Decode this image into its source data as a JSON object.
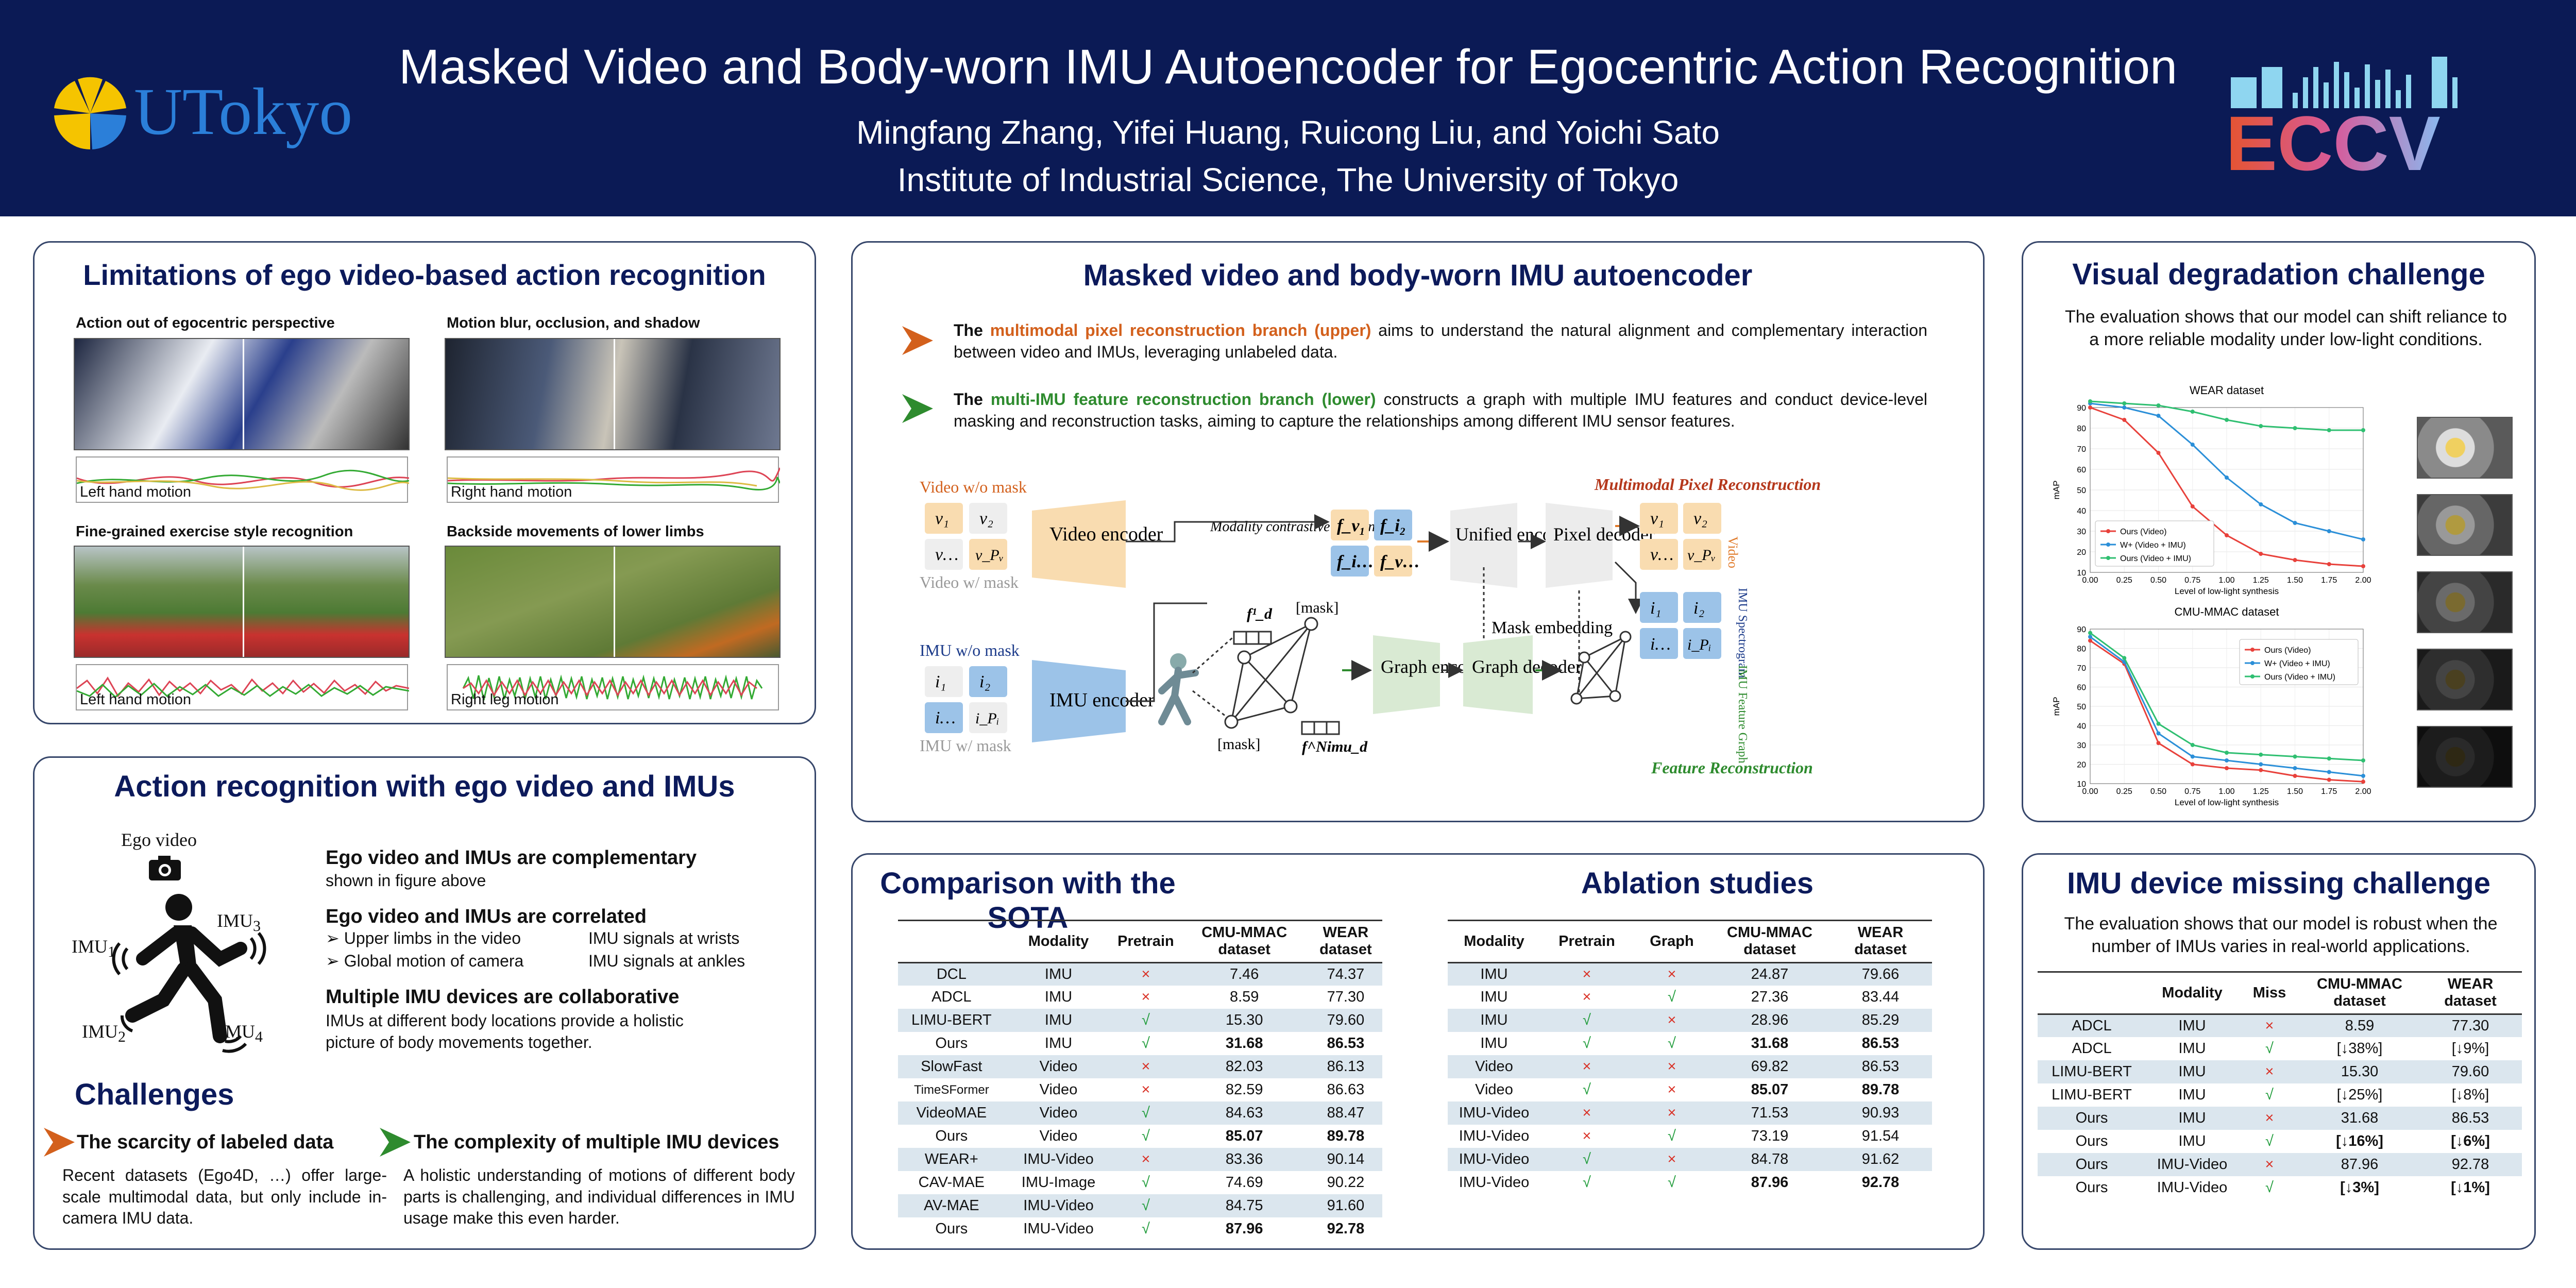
{
  "header": {
    "title": "Masked Video and Body-worn IMU Autoencoder for Egocentric Action Recognition",
    "authors": "Mingfang Zhang, Yifei Huang, Ruicong Liu, and Yoichi Sato",
    "institute": "Institute of Industrial Science, The University of Tokyo",
    "logo_left": "UTokyo",
    "logo_right": "ECCV",
    "colors": {
      "banner": "#0b1a55",
      "accent_orange": "#d3601c",
      "accent_green": "#2e8b2e"
    }
  },
  "limitations": {
    "title": "Limitations of ego video-based action recognition",
    "cells": [
      {
        "heading": "Action out of egocentric perspective",
        "signal": "Left hand motion"
      },
      {
        "heading": "Motion blur, occlusion, and shadow",
        "signal": "Right hand motion"
      },
      {
        "heading": "Fine-grained exercise style recognition",
        "signal": "Left hand motion"
      },
      {
        "heading": "Backside movements of lower limbs",
        "signal": "Right leg motion"
      }
    ]
  },
  "action": {
    "title": "Action recognition with ego video and IMUs",
    "ego_label": "Ego video",
    "imu_labels": [
      "IMU",
      "IMU",
      "IMU",
      "IMU"
    ],
    "imu_subs": [
      "1",
      "2",
      "3",
      "4"
    ],
    "p1_title": "Ego video and IMUs are complementary",
    "p1_text": "shown in figure above",
    "p2_title": "Ego video and IMUs are correlated",
    "p2_a": "Upper limbs in the video",
    "p2_b": "IMU signals at wrists",
    "p2_c": "Global motion of camera",
    "p2_d": "IMU signals at ankles",
    "p3_title": "Multiple IMU devices are collaborative",
    "p3_text": "IMUs at different body locations provide a holistic picture of body movements together."
  },
  "challenges": {
    "title": "Challenges",
    "c1_title": "The scarcity of labeled data",
    "c1_text": "Recent datasets (Ego4D, …) offer large-scale multimodal data, but only include in-camera IMU data.",
    "c2_title": "The complexity of multiple IMU devices",
    "c2_text": "A holistic understanding of motions of different body parts is challenging, and individual differences in IMU usage make this even harder."
  },
  "method": {
    "title": "Masked video and body-worn IMU autoencoder",
    "b1_pre": "The ",
    "b1_hl": "multimodal pixel reconstruction branch (upper)",
    "b1_post": " aims to understand the natural alignment and complementary interaction between video and IMUs, leveraging unlabeled data.",
    "b2_pre": "The ",
    "b2_hl": "multi-IMU feature reconstruction branch (lower)",
    "b2_post": " constructs a graph with multiple IMU features and conduct device-level masking and reconstruction tasks, aiming to capture the relationships among different IMU sensor features.",
    "diagram": {
      "video_wo_mask": "Video w/o mask",
      "video_w_mask": "Video w/ mask",
      "imu_wo_mask": "IMU w/o mask",
      "imu_w_mask": "IMU w/ mask",
      "video_encoder": "Video encoder",
      "imu_encoder": "IMU encoder",
      "contrastive": "Modality contrastive learning",
      "unified_encoder": "Unified encoder",
      "pixel_decoder": "Pixel decoder",
      "graph_encoder": "Graph encoder",
      "graph_decoder": "Graph decoder",
      "mask_embedding": "Mask embedding",
      "mask1": "[mask]",
      "mask2": "[mask]",
      "mpr": "Multimodal Pixel Reconstruction",
      "fr": "Feature Reconstruction",
      "side_video": "Video",
      "side_imu": "IMU Spectrogram",
      "side_graph": "IMU Feature Graph"
    }
  },
  "visual": {
    "title": "Visual degradation challenge",
    "text": "The evaluation shows that our model can shift reliance to a more reliable modality under low-light conditions."
  },
  "sota": {
    "title": "Comparison with the SOTA",
    "headers": [
      "",
      "Modality",
      "Pretrain",
      "CMU-MMAC dataset",
      "WEAR dataset"
    ],
    "rows": [
      [
        "DCL",
        "IMU",
        "×",
        "7.46",
        "74.37"
      ],
      [
        "ADCL",
        "IMU",
        "×",
        "8.59",
        "77.30"
      ],
      [
        "LIMU-BERT",
        "IMU",
        "√",
        "15.30",
        "79.60"
      ],
      [
        "Ours",
        "IMU",
        "√",
        "31.68",
        "86.53"
      ],
      [
        "SlowFast",
        "Video",
        "×",
        "82.03",
        "86.13"
      ],
      [
        "TimeSFormer",
        "Video",
        "×",
        "82.59",
        "86.63"
      ],
      [
        "VideoMAE",
        "Video",
        "√",
        "84.63",
        "88.47"
      ],
      [
        "Ours",
        "Video",
        "√",
        "85.07",
        "89.78"
      ],
      [
        "WEAR+",
        "IMU-Video",
        "×",
        "83.36",
        "90.14"
      ],
      [
        "CAV-MAE",
        "IMU-Image",
        "√",
        "74.69",
        "90.22"
      ],
      [
        "AV-MAE",
        "IMU-Video",
        "√",
        "84.75",
        "91.60"
      ],
      [
        "Ours",
        "IMU-Video",
        "√",
        "87.96",
        "92.78"
      ]
    ]
  },
  "ablation": {
    "title": "Ablation studies",
    "headers": [
      "Modality",
      "Pretrain",
      "Graph",
      "CMU-MMAC dataset",
      "WEAR dataset"
    ],
    "rows": [
      [
        "IMU",
        "×",
        "×",
        "24.87",
        "79.66"
      ],
      [
        "IMU",
        "×",
        "√",
        "27.36",
        "83.44"
      ],
      [
        "IMU",
        "√",
        "×",
        "28.96",
        "85.29"
      ],
      [
        "IMU",
        "√",
        "√",
        "31.68",
        "86.53"
      ],
      [
        "Video",
        "×",
        "×",
        "69.82",
        "86.53"
      ],
      [
        "Video",
        "√",
        "×",
        "85.07",
        "89.78"
      ],
      [
        "IMU-Video",
        "×",
        "×",
        "71.53",
        "90.93"
      ],
      [
        "IMU-Video",
        "×",
        "√",
        "73.19",
        "91.54"
      ],
      [
        "IMU-Video",
        "√",
        "×",
        "84.78",
        "91.62"
      ],
      [
        "IMU-Video",
        "√",
        "√",
        "87.96",
        "92.78"
      ]
    ]
  },
  "missing": {
    "title": "IMU device missing challenge",
    "text": "The evaluation shows that our model is robust when the number of IMUs varies in real-world applications.",
    "headers": [
      "",
      "Modality",
      "Miss",
      "CMU-MMAC dataset",
      "WEAR dataset"
    ],
    "rows": [
      [
        "ADCL",
        "IMU",
        "×",
        "8.59",
        "77.30"
      ],
      [
        "ADCL",
        "IMU",
        "√",
        "[↓38%]",
        "[↓9%]"
      ],
      [
        "LIMU-BERT",
        "IMU",
        "×",
        "15.30",
        "79.60"
      ],
      [
        "LIMU-BERT",
        "IMU",
        "√",
        "[↓25%]",
        "[↓8%]"
      ],
      [
        "Ours",
        "IMU",
        "×",
        "31.68",
        "86.53"
      ],
      [
        "Ours",
        "IMU",
        "√",
        "[↓16%]",
        "[↓6%]"
      ],
      [
        "Ours",
        "IMU-Video",
        "×",
        "87.96",
        "92.78"
      ],
      [
        "Ours",
        "IMU-Video",
        "√",
        "[↓3%]",
        "[↓1%]"
      ]
    ]
  },
  "chart_data": [
    {
      "type": "line",
      "title": "WEAR dataset",
      "xlabel": "Level of low-light synthesis",
      "ylabel": "mAP",
      "x": [
        0,
        0.25,
        0.5,
        0.75,
        1,
        1.25,
        1.5,
        1.75,
        2
      ],
      "xticks": [
        "0.00",
        "0.25",
        "0.50",
        "0.75",
        "1.00",
        "1.25",
        "1.50",
        "1.75",
        "2.00"
      ],
      "ylim": [
        10,
        90
      ],
      "yticks": [
        10,
        20,
        30,
        40,
        50,
        60,
        70,
        80,
        90
      ],
      "legend": "bottom-left",
      "series": [
        {
          "name": "Ours (Video)",
          "color": "#e8413b",
          "values": [
            90,
            84,
            68,
            42,
            28,
            19,
            16,
            14,
            13
          ]
        },
        {
          "name": "W+  (Video + IMU)",
          "color": "#2b8fd8",
          "values": [
            92,
            90,
            86,
            72,
            56,
            43,
            34,
            30,
            26
          ]
        },
        {
          "name": "Ours (Video + IMU)",
          "color": "#2fbf71",
          "values": [
            93,
            92,
            91,
            88,
            84,
            81,
            80,
            79,
            79
          ]
        }
      ]
    },
    {
      "type": "line",
      "title": "CMU-MMAC dataset",
      "xlabel": "Level of low-light synthesis",
      "ylabel": "mAP",
      "x": [
        0,
        0.25,
        0.5,
        0.75,
        1,
        1.25,
        1.5,
        1.75,
        2
      ],
      "xticks": [
        "0.00",
        "0.25",
        "0.50",
        "0.75",
        "1.00",
        "1.25",
        "1.50",
        "1.75",
        "2.00"
      ],
      "ylim": [
        10,
        90
      ],
      "yticks": [
        10,
        20,
        30,
        40,
        50,
        60,
        70,
        80,
        90
      ],
      "legend": "top-right",
      "series": [
        {
          "name": "Ours (Video)",
          "color": "#e8413b",
          "values": [
            84,
            72,
            31,
            20,
            18,
            17,
            14,
            12,
            11
          ]
        },
        {
          "name": "W+  (Video + IMU)",
          "color": "#2b8fd8",
          "values": [
            86,
            73,
            36,
            24,
            22,
            20,
            18,
            16,
            14
          ]
        },
        {
          "name": "Ours (Video + IMU)",
          "color": "#2fbf71",
          "values": [
            88,
            75,
            41,
            30,
            26,
            25,
            24,
            23,
            22
          ]
        }
      ]
    }
  ]
}
